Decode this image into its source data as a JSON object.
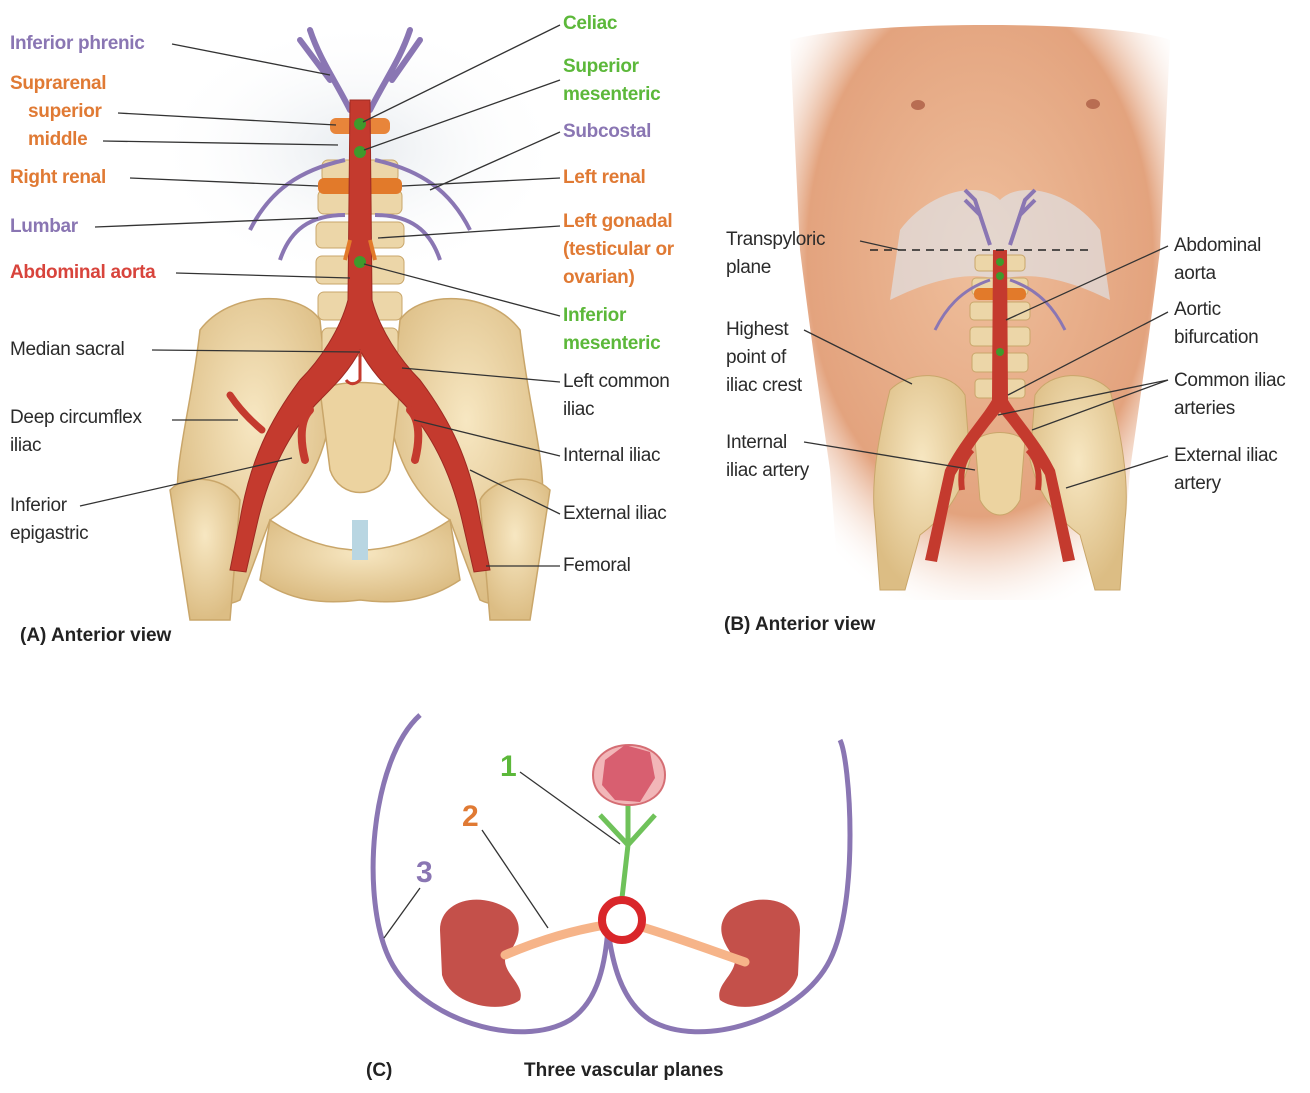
{
  "panel_a": {
    "caption": "(A) Anterior view",
    "labels_left": {
      "inferior_phrenic": "Inferior phrenic",
      "suprarenal": "Suprarenal",
      "superior": "superior",
      "middle": "middle",
      "right_renal": "Right renal",
      "lumbar": "Lumbar",
      "abdominal_aorta": "Abdominal aorta",
      "median_sacral": "Median sacral",
      "deep_circumflex_1": "Deep circumflex",
      "deep_circumflex_2": "iliac",
      "inferior_epigastric_1": "Inferior",
      "inferior_epigastric_2": "epigastric"
    },
    "labels_right": {
      "celiac": "Celiac",
      "superior_mesenteric_1": "Superior",
      "superior_mesenteric_2": "mesenteric",
      "subcostal": "Subcostal",
      "left_renal": "Left renal",
      "left_gonadal_1": "Left gonadal",
      "left_gonadal_2": "(testicular or",
      "left_gonadal_3": "ovarian)",
      "inferior_mesenteric_1": "Inferior",
      "inferior_mesenteric_2": "mesenteric",
      "left_common_iliac_1": "Left common",
      "left_common_iliac_2": "iliac",
      "internal_iliac": "Internal iliac",
      "external_iliac": "External iliac",
      "femoral": "Femoral"
    }
  },
  "panel_b": {
    "caption": "(B) Anterior view",
    "labels": {
      "transpyloric_1": "Transpyloric",
      "transpyloric_2": "plane",
      "highest_1": "Highest",
      "highest_2": "point of",
      "highest_3": "iliac crest",
      "internal_1": "Internal",
      "internal_2": "iliac artery",
      "abdominal_1": "Abdominal",
      "abdominal_2": "aorta",
      "aortic_1": "Aortic",
      "aortic_2": "bifurcation",
      "common_1": "Common iliac",
      "common_2": "arteries",
      "external_1": "External iliac",
      "external_2": "artery"
    }
  },
  "panel_c": {
    "caption_letter": "(C)",
    "caption_title": "Three vascular planes",
    "plane_numbers": [
      "1",
      "2",
      "3"
    ]
  },
  "colors": {
    "purple": "#8a76b3",
    "orange": "#e07a34",
    "green": "#5cb83a",
    "red": "#d8443c",
    "artery": "#c43a2e",
    "bone": "#efd7a6",
    "skin": "#e8b08a"
  }
}
